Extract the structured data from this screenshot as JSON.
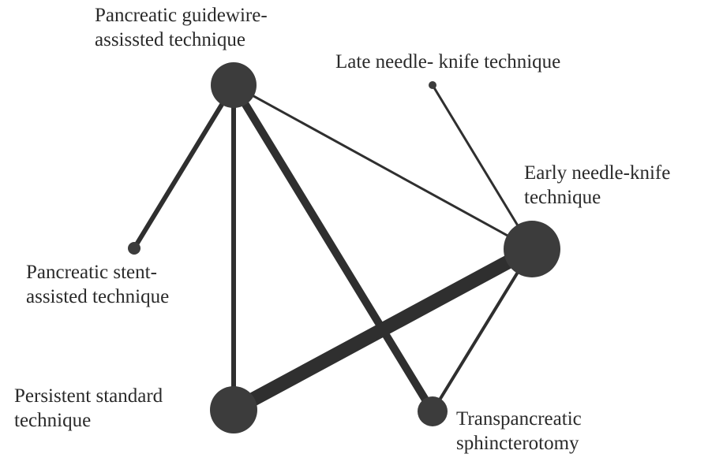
{
  "diagram": {
    "colors": {
      "edge": "#2f2f2f",
      "node": "#3c3c3c",
      "text": "#2a2a2a"
    },
    "nodes": [
      {
        "id": "pgw",
        "label_lines": [
          "Pancreatic guidewire-",
          "assissted technique"
        ]
      },
      {
        "id": "lnk",
        "label_lines": [
          "Late needle- knife technique"
        ]
      },
      {
        "id": "enk",
        "label_lines": [
          "Early needle-knife",
          "technique"
        ]
      },
      {
        "id": "psa",
        "label_lines": [
          "Pancreatic stent-",
          "assisted technique"
        ]
      },
      {
        "id": "pst",
        "label_lines": [
          "Persistent standard",
          "technique"
        ]
      },
      {
        "id": "tps",
        "label_lines": [
          "Transpancreatic",
          "sphincterotomy"
        ]
      }
    ],
    "edges": [
      {
        "from": "pgw",
        "to": "psa"
      },
      {
        "from": "pgw",
        "to": "pst"
      },
      {
        "from": "pgw",
        "to": "tps"
      },
      {
        "from": "pgw",
        "to": "enk"
      },
      {
        "from": "lnk",
        "to": "enk"
      },
      {
        "from": "enk",
        "to": "pst"
      },
      {
        "from": "enk",
        "to": "tps"
      }
    ]
  }
}
